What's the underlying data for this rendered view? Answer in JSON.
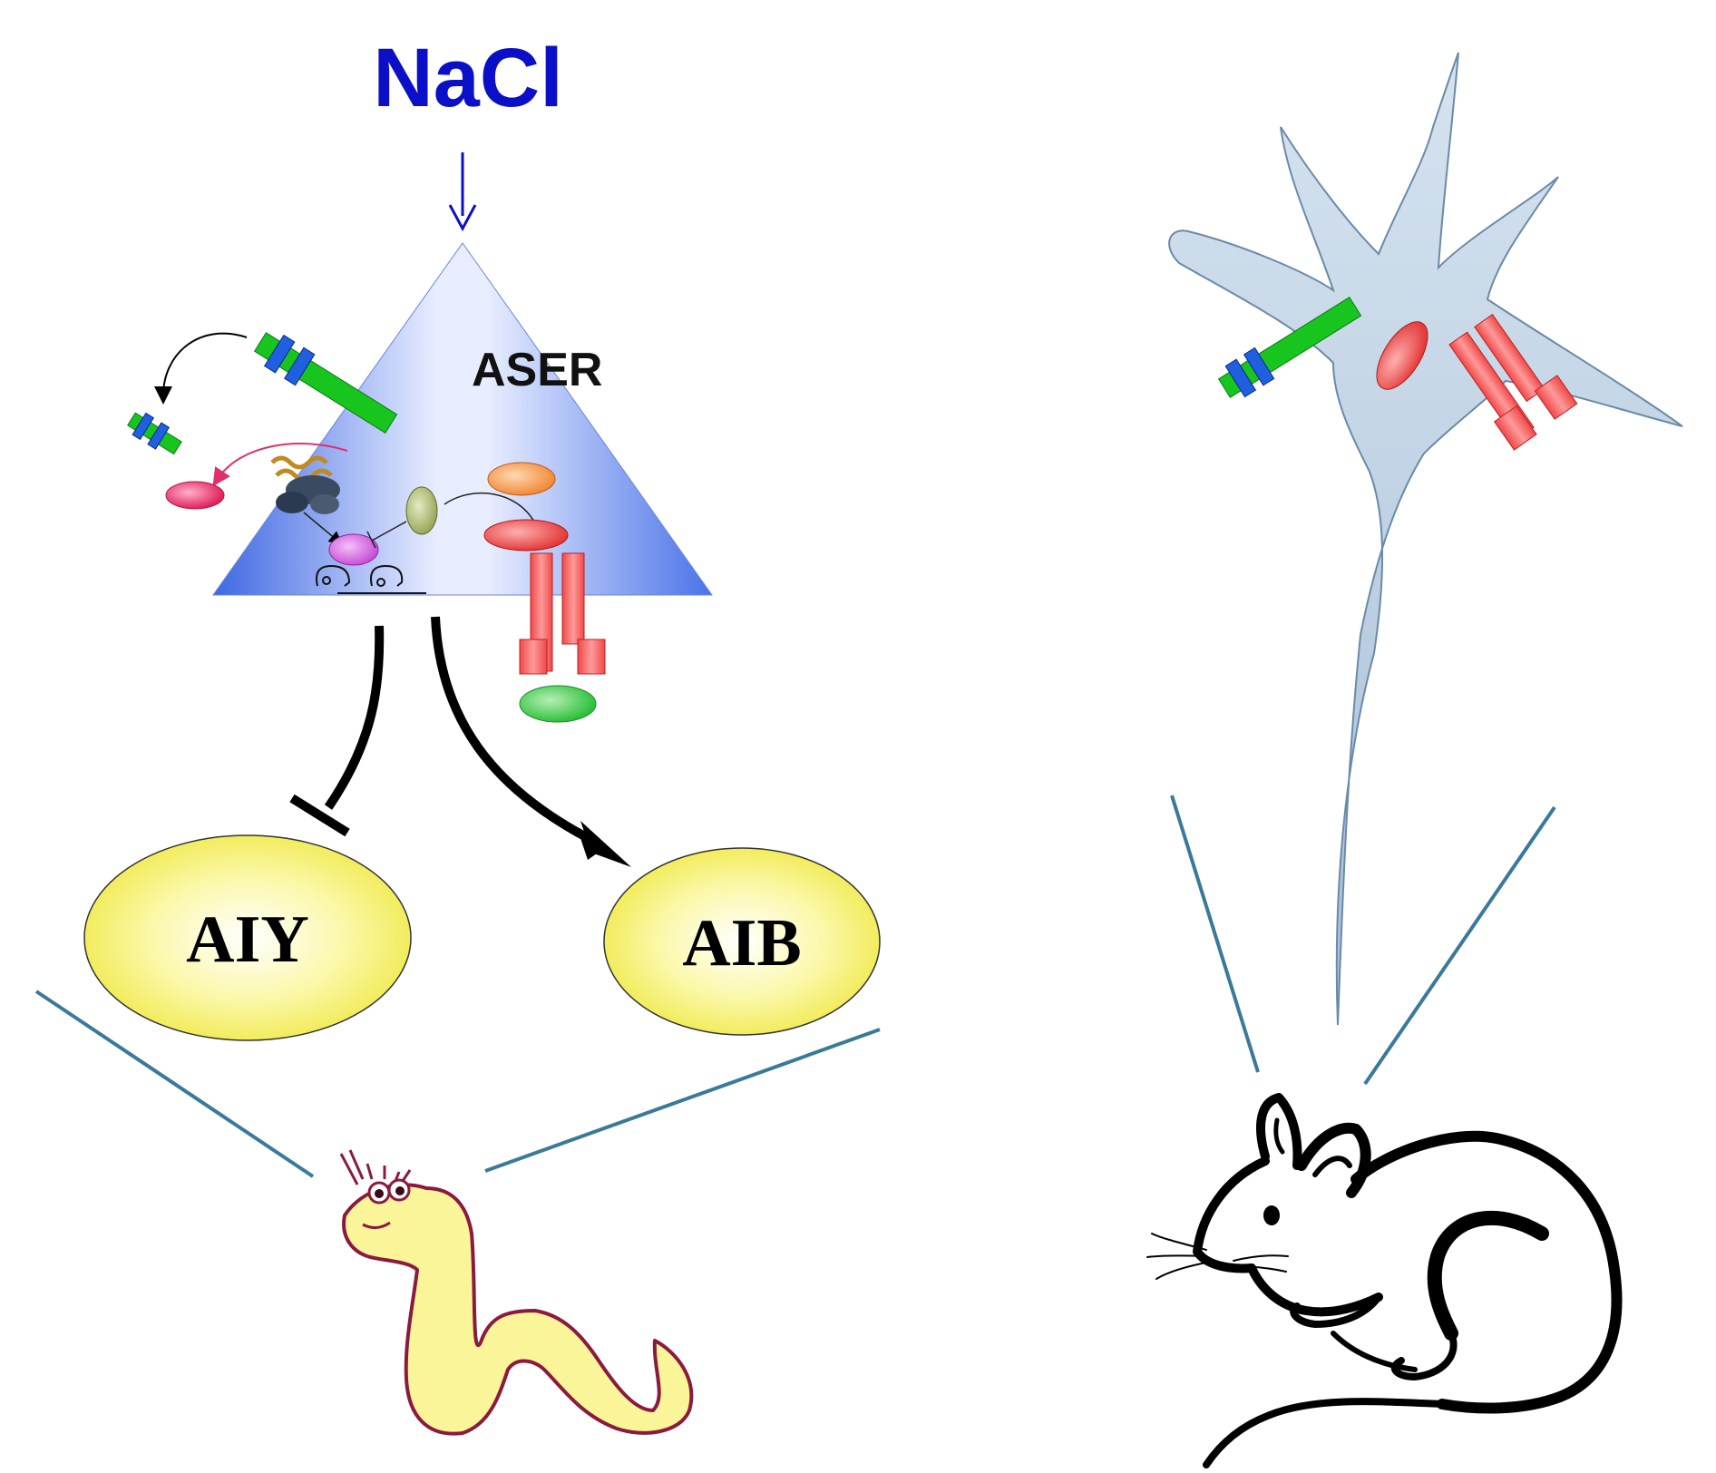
{
  "stimulus": {
    "label": "NaCl",
    "color": "#0b10c8"
  },
  "sensory_neuron": {
    "label": "ASER"
  },
  "interneurons": [
    {
      "label": "AIY",
      "effect": "inhibition"
    },
    {
      "label": "AIB",
      "effect": "activation"
    }
  ],
  "organisms": [
    {
      "icon": "worm-icon"
    },
    {
      "icon": "mouse-icon"
    }
  ],
  "colors": {
    "triangle_dark": "#3f67e3",
    "triangle_light": "#eef2ff",
    "receptor_green": "#18c51f",
    "receptor_blue": "#1f5fe0",
    "channel_red": "#f25454",
    "cell_yellow": "#f5f06a",
    "neuron_blue": "#b8cfe3",
    "connector_teal": "#3a7a98",
    "worm_fill": "#fbf59a",
    "worm_outline": "#8a1a3e"
  }
}
